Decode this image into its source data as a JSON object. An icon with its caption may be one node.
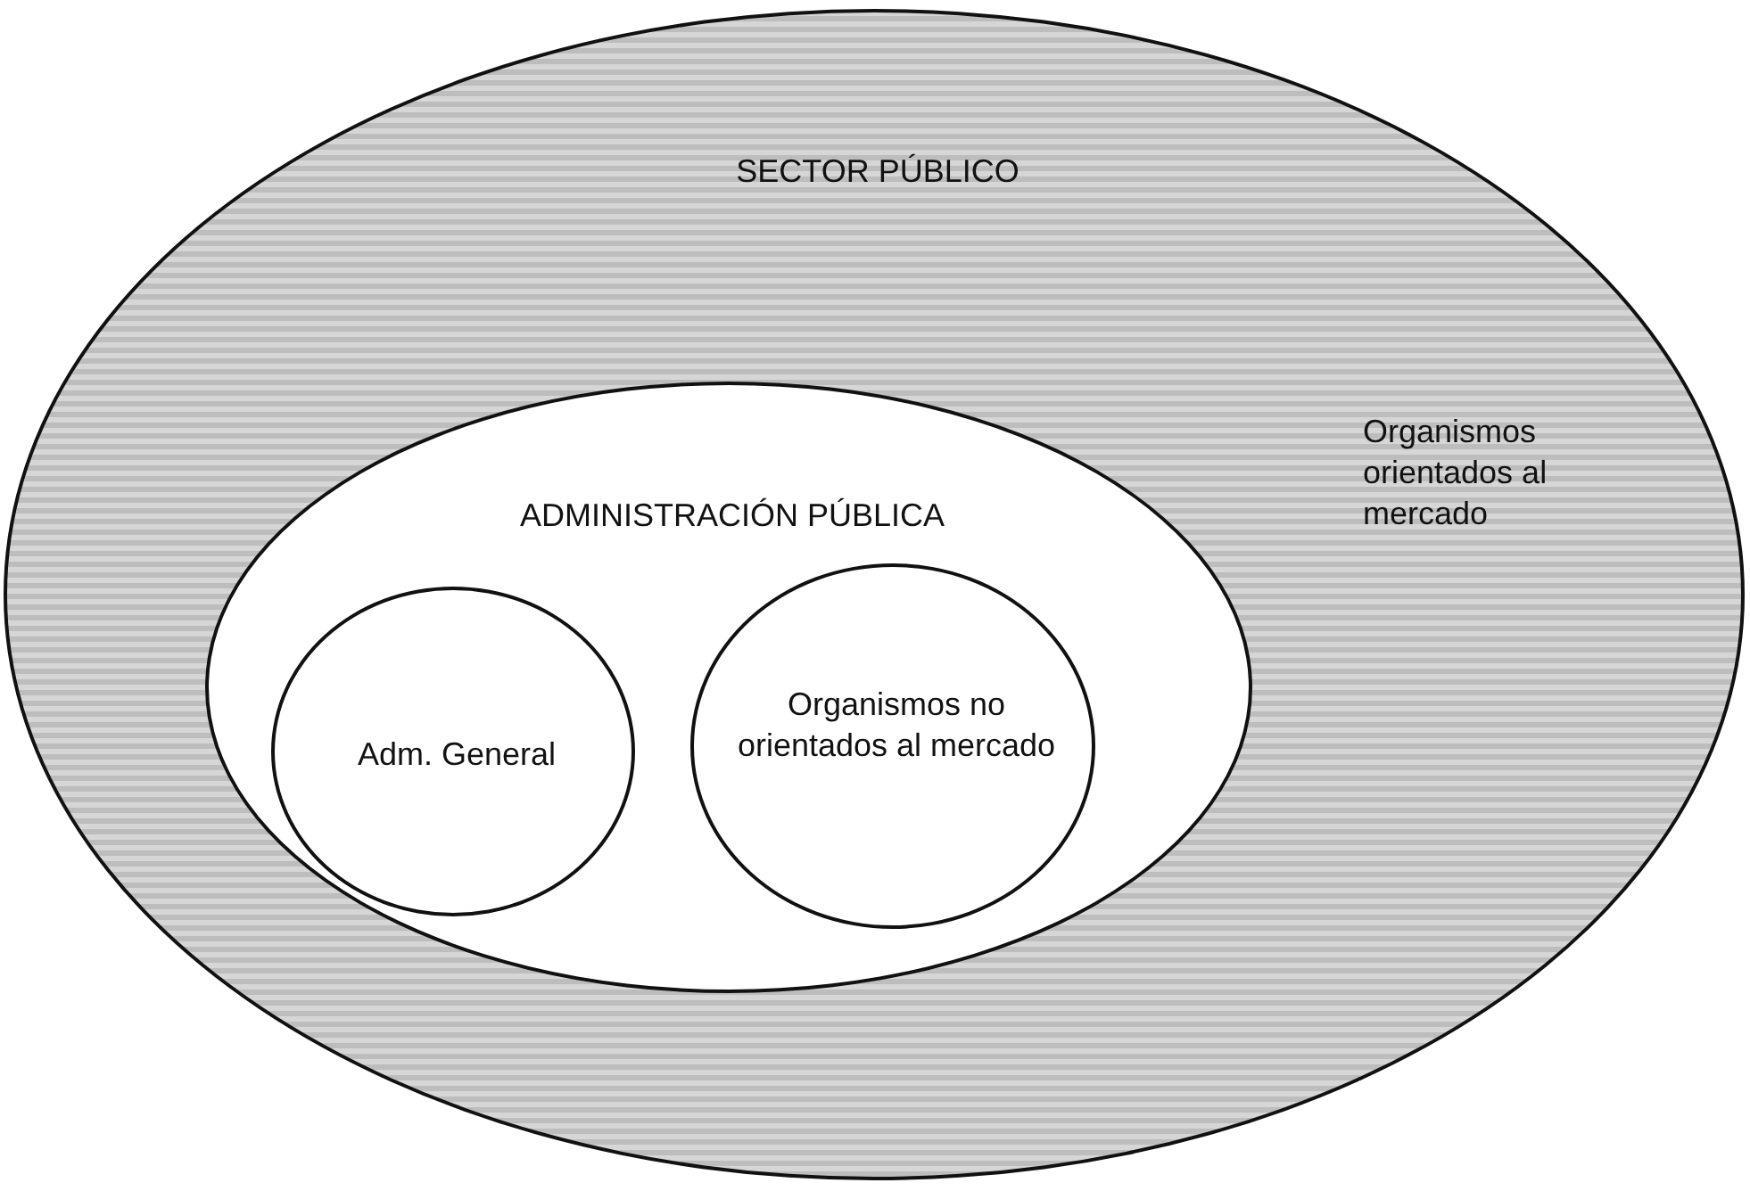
{
  "diagram": {
    "nodes": [
      {
        "text": [
          "SECTOR PÚBLICO",
          "Organismos orientados al mercado"
        ]
      },
      {
        "text": [
          "ADMINISTRACIÓN PÚBLICA"
        ],
        "in": 0
      },
      {
        "text": [
          "Adm. General"
        ],
        "in": 1
      },
      {
        "text": [
          "Organismos no orientados al mercado"
        ],
        "in": 1
      }
    ],
    "edges": []
  }
}
